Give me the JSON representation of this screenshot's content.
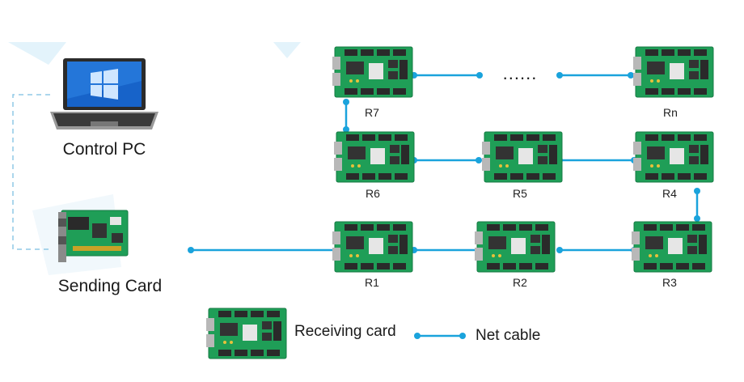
{
  "labels": {
    "control_pc": "Control PC",
    "sending_card": "Sending Card",
    "ellipsis": "......"
  },
  "receivers": [
    {
      "id": "r1",
      "label": "R1"
    },
    {
      "id": "r2",
      "label": "R2"
    },
    {
      "id": "r3",
      "label": "R3"
    },
    {
      "id": "r4",
      "label": "R4"
    },
    {
      "id": "r5",
      "label": "R5"
    },
    {
      "id": "r6",
      "label": "R6"
    },
    {
      "id": "r7",
      "label": "R7"
    },
    {
      "id": "rn",
      "label": "Rn"
    }
  ],
  "legend": {
    "receiving_card": "Receiving card",
    "net_cable": "Net cable"
  },
  "colors": {
    "cable": "#1aa3dc",
    "board": "#1f9e57",
    "board_dark": "#167a43",
    "chip": "#2a2a2a",
    "connector": "#b8b8b8",
    "dashed": "#8fc9e6",
    "glow": "#e3f3fb"
  },
  "icons": {
    "computer": "laptop-icon",
    "sender": "sending-card-icon",
    "receiver": "receiving-card-icon"
  }
}
